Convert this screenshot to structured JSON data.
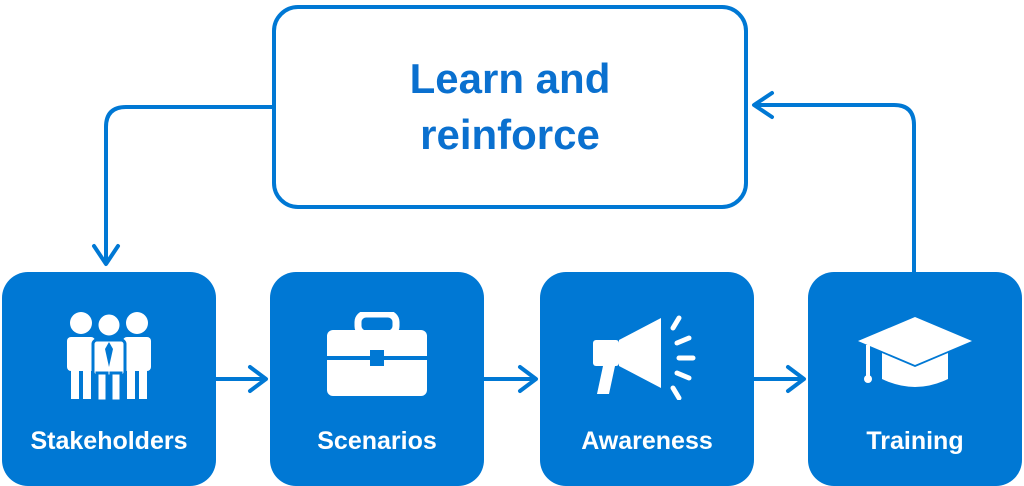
{
  "diagram": {
    "cycle_box": {
      "title": "Learn and reinforce"
    },
    "steps": [
      {
        "label": "Stakeholders",
        "icon": "people-icon"
      },
      {
        "label": "Scenarios",
        "icon": "briefcase-icon"
      },
      {
        "label": "Awareness",
        "icon": "megaphone-icon"
      },
      {
        "label": "Training",
        "icon": "graduation-cap-icon"
      }
    ],
    "colors": {
      "primary": "#0078d4",
      "title_text": "#0a70cf",
      "label_text": "#ffffff",
      "background": "#ffffff"
    }
  }
}
